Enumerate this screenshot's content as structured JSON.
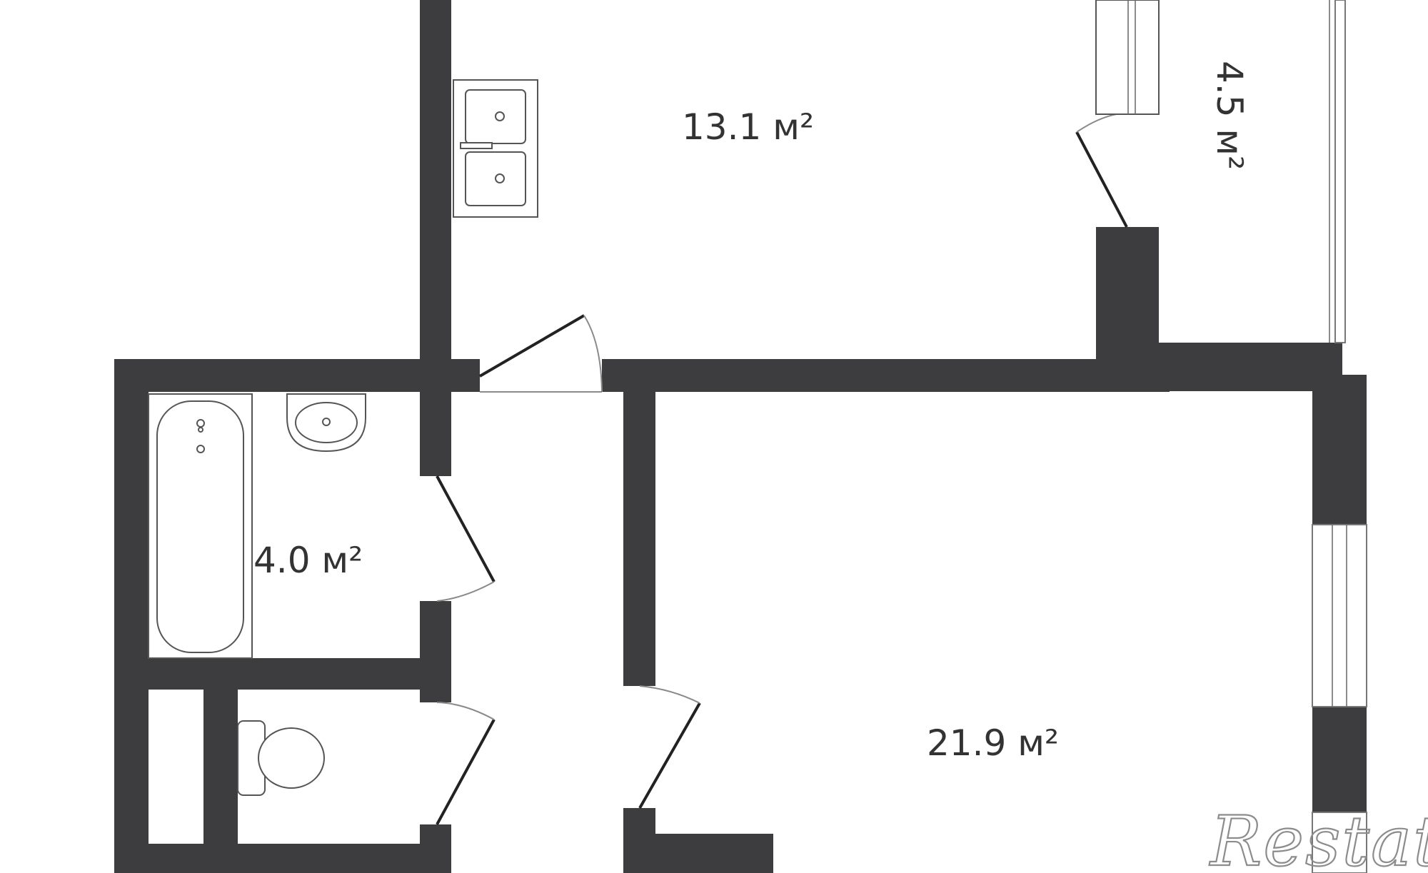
{
  "plan": {
    "rooms": [
      {
        "id": "kitchen",
        "area_label": "13.1 м²"
      },
      {
        "id": "loggia",
        "area_label": "4.5 м²"
      },
      {
        "id": "bathroom",
        "area_label": "4.0 м²"
      },
      {
        "id": "living-room",
        "area_label": "21.9 м²"
      }
    ],
    "watermark": "Restate"
  },
  "colors": {
    "wall": "#3d3d3f",
    "background": "#ffffff",
    "label": "#333333"
  }
}
